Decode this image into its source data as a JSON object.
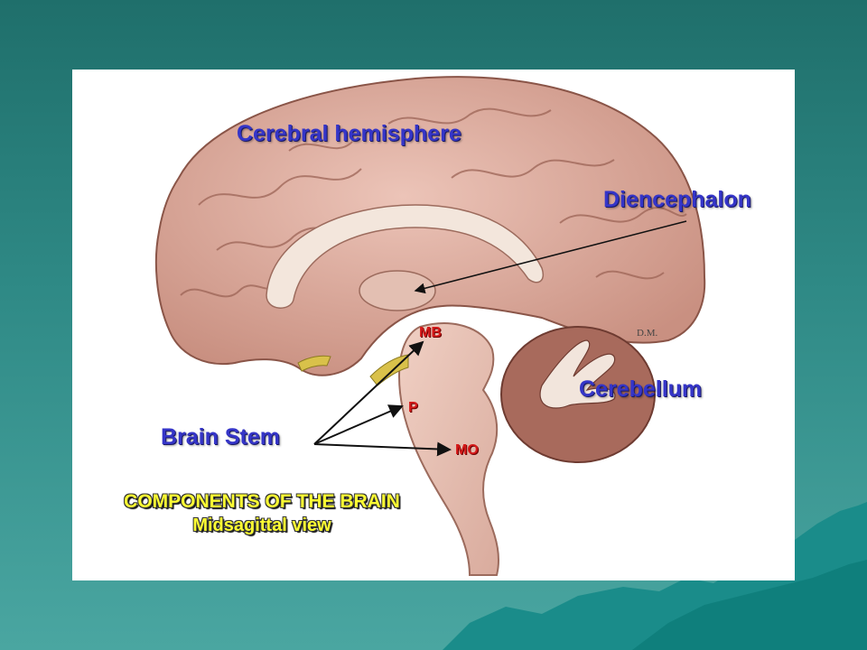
{
  "labels": {
    "cerebral_hemisphere": "Cerebral hemisphere",
    "diencephalon": "Diencephalon",
    "cerebellum": "Cerebellum",
    "brain_stem": "Brain Stem",
    "mb": "MB",
    "p": "P",
    "mo": "MO"
  },
  "caption": {
    "title": "COMPONENTS OF THE BRAIN",
    "subtitle": "Midsagittal view"
  },
  "signature": "D.M.",
  "colors": {
    "background": "#2f8a86",
    "label_blue": "#3535c8",
    "label_red": "#d61a1a",
    "caption_yellow": "#ffff33",
    "brain_pink": "#d9a79b",
    "brainstem_pink": "#e8c3b6"
  }
}
